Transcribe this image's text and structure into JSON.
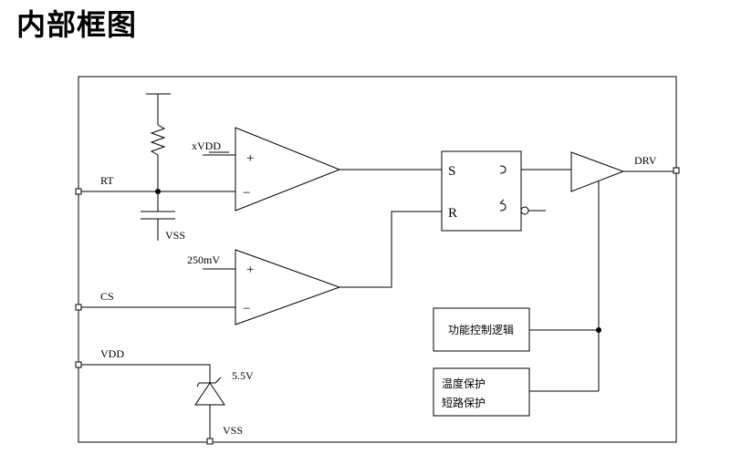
{
  "title": "内部框图",
  "pins": {
    "rt": "RT",
    "cs": "CS",
    "vdd": "VDD",
    "drv": "DRV"
  },
  "labels": {
    "vss_top": "VSS",
    "vss_bottom": "VSS",
    "xvdd": "xVDD",
    "ref_250mv": "250mV",
    "zener_voltage": "5.5V",
    "plus_top": "+",
    "minus_top": "−",
    "plus_bottom": "+",
    "minus_bottom": "−",
    "sr_s": "S",
    "sr_r": "R"
  },
  "blocks": {
    "logic": "功能控制逻辑",
    "protect_line1": "温度保护",
    "protect_line2": "短路保护"
  }
}
